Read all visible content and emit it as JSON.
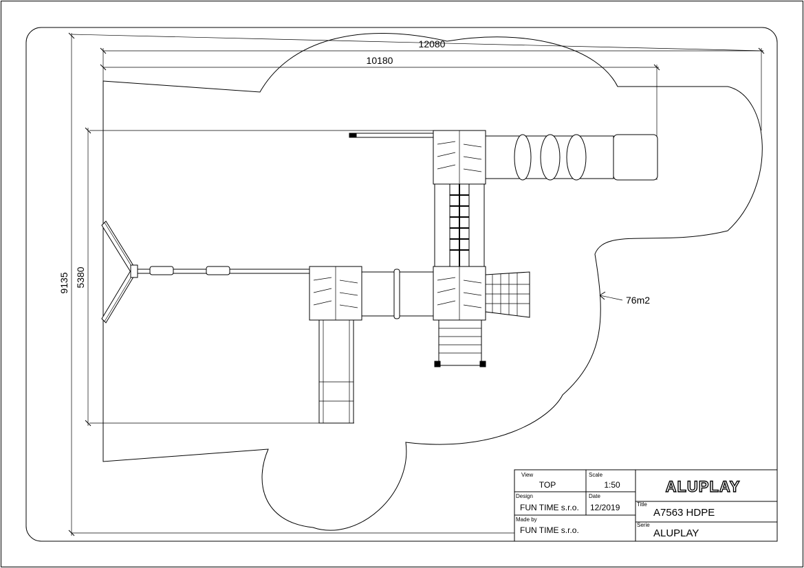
{
  "dimensions": {
    "overall_width": "12080",
    "structure_width": "10180",
    "overall_depth": "9135",
    "structure_depth": "5380",
    "area": "76m2"
  },
  "title_block": {
    "view_label": "View",
    "view_value": "TOP",
    "scale_label": "Scale",
    "scale_value": "1:50",
    "design_label": "Design",
    "design_value": "FUN TIME s.r.o.",
    "date_label": "Date",
    "date_value": "12/2019",
    "made_by_label": "Made by",
    "made_by_value": "FUN TIME s.r.o.",
    "title_label": "Title",
    "title_value": "A7563 HDPE",
    "serie_label": "Serie",
    "serie_value": "ALUPLAY",
    "logo_text": "ALUPLAY"
  }
}
